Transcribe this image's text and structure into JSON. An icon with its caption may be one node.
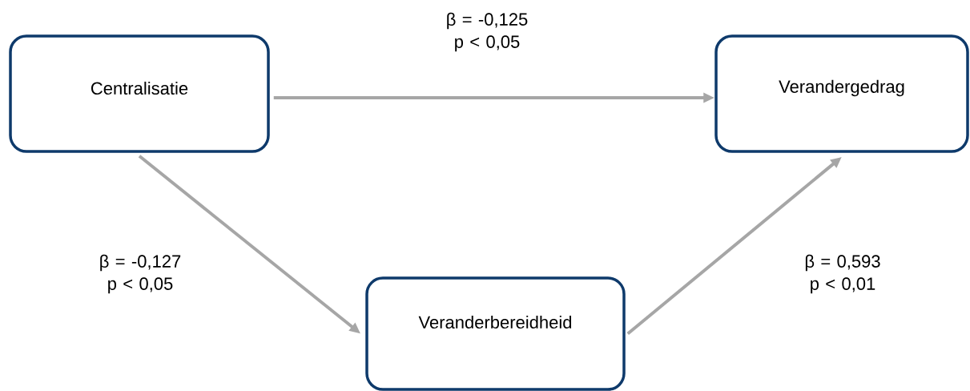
{
  "diagram": {
    "nodes": [
      {
        "text": [
          "Centralisatie"
        ]
      },
      {
        "text": [
          "Verandergedrag"
        ]
      },
      {
        "text": [
          "Veranderbereidheid"
        ]
      }
    ],
    "edges": [
      {
        "from": 0,
        "to": 1,
        "arrow": "to",
        "label": "β = -0,125 p < 0,05"
      },
      {
        "from": 0,
        "to": 2,
        "arrow": "to",
        "label": "β = -0,127 p < 0,05"
      },
      {
        "from": 2,
        "to": 1,
        "arrow": "to",
        "label": "β = 0,593 p < 0,01"
      }
    ]
  }
}
